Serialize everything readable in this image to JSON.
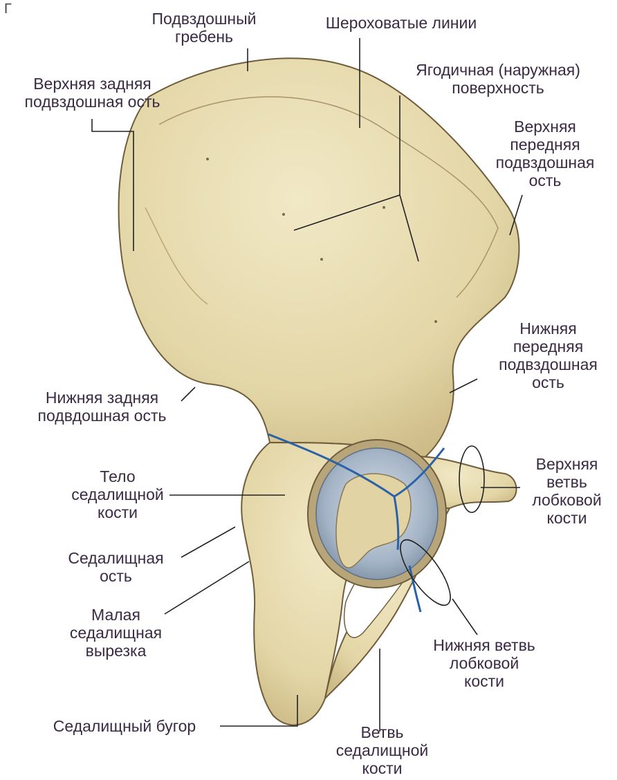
{
  "corner_mark": "Г",
  "labels": {
    "iliac_crest": [
      "Подвздошный",
      "гребень"
    ],
    "rough_lines": [
      "Шероховатые линии"
    ],
    "gluteal_surface": [
      "Ягодичная (наружная)",
      "поверхность"
    ],
    "post_sup_spine": [
      "Верхняя задняя",
      "подвздошная ость"
    ],
    "ant_sup_spine": [
      "Верхняя",
      "передняя",
      "подвздошная",
      "ость"
    ],
    "ant_inf_spine": [
      "Нижняя",
      "передняя",
      "подвздошная",
      "ость"
    ],
    "post_inf_spine": [
      "Нижняя задняя",
      "подвдошная ость"
    ],
    "ischium_body": [
      "Тело",
      "седалищной",
      "кости"
    ],
    "ischial_spine": [
      "Седалищная",
      "ость"
    ],
    "lesser_notch": [
      "Малая",
      "седалищная",
      "вырезка"
    ],
    "ischial_tuber": [
      "Седалищный бугор"
    ],
    "sup_pubic_ramus": [
      "Верхняя",
      "ветвь",
      "лобковой",
      "кости"
    ],
    "inf_pubic_ramus": [
      "Нижняя ветвь",
      "лобковой",
      "кости"
    ],
    "ischial_ramus": [
      "Ветвь",
      "седалищной",
      "кости"
    ]
  },
  "colors": {
    "bone": "#eadfb6",
    "bone_shade": "#cdbb88",
    "bone_outline": "#6e5c3a",
    "cartilage": "#9fb0c4",
    "suture": "#2a62a8",
    "leader": "#222222",
    "text": "#3a2a44"
  }
}
